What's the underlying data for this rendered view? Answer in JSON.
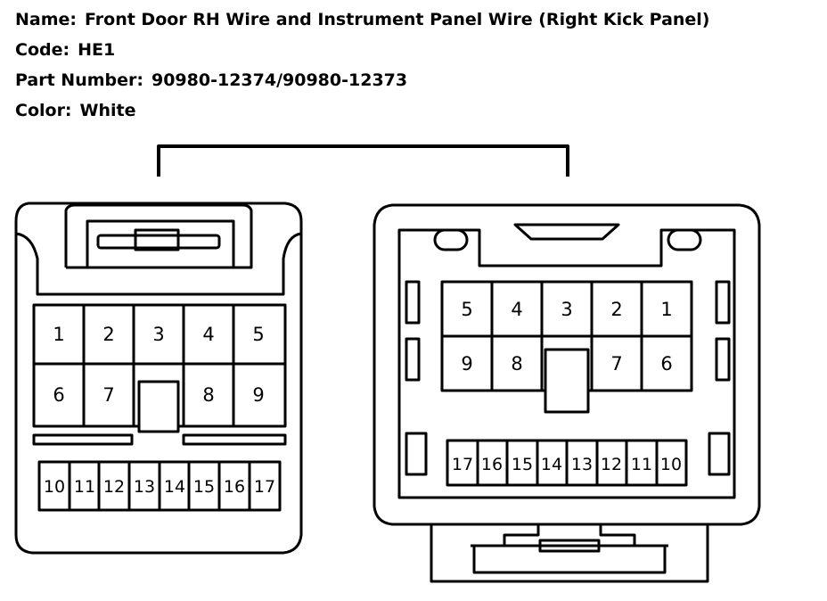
{
  "info": {
    "name_label": "Name:",
    "name_value": "Front Door RH Wire and Instrument Panel Wire (Right Kick Panel)",
    "code_label": "Code:",
    "code_value": "HE1",
    "part_label": "Part Number:",
    "part_value": "90980-12374/90980-12373",
    "color_label": "Color:",
    "color_value": "White"
  },
  "left_connector": {
    "row1": [
      "1",
      "2",
      "3",
      "4",
      "5"
    ],
    "row2": [
      "6",
      "7",
      "8",
      "9"
    ],
    "row3": [
      "10",
      "11",
      "12",
      "13",
      "14",
      "15",
      "16",
      "17"
    ]
  },
  "right_connector": {
    "row1": [
      "5",
      "4",
      "3",
      "2",
      "1"
    ],
    "row2": [
      "9",
      "8",
      "7",
      "6"
    ],
    "row3": [
      "17",
      "16",
      "15",
      "14",
      "13",
      "12",
      "11",
      "10"
    ]
  }
}
